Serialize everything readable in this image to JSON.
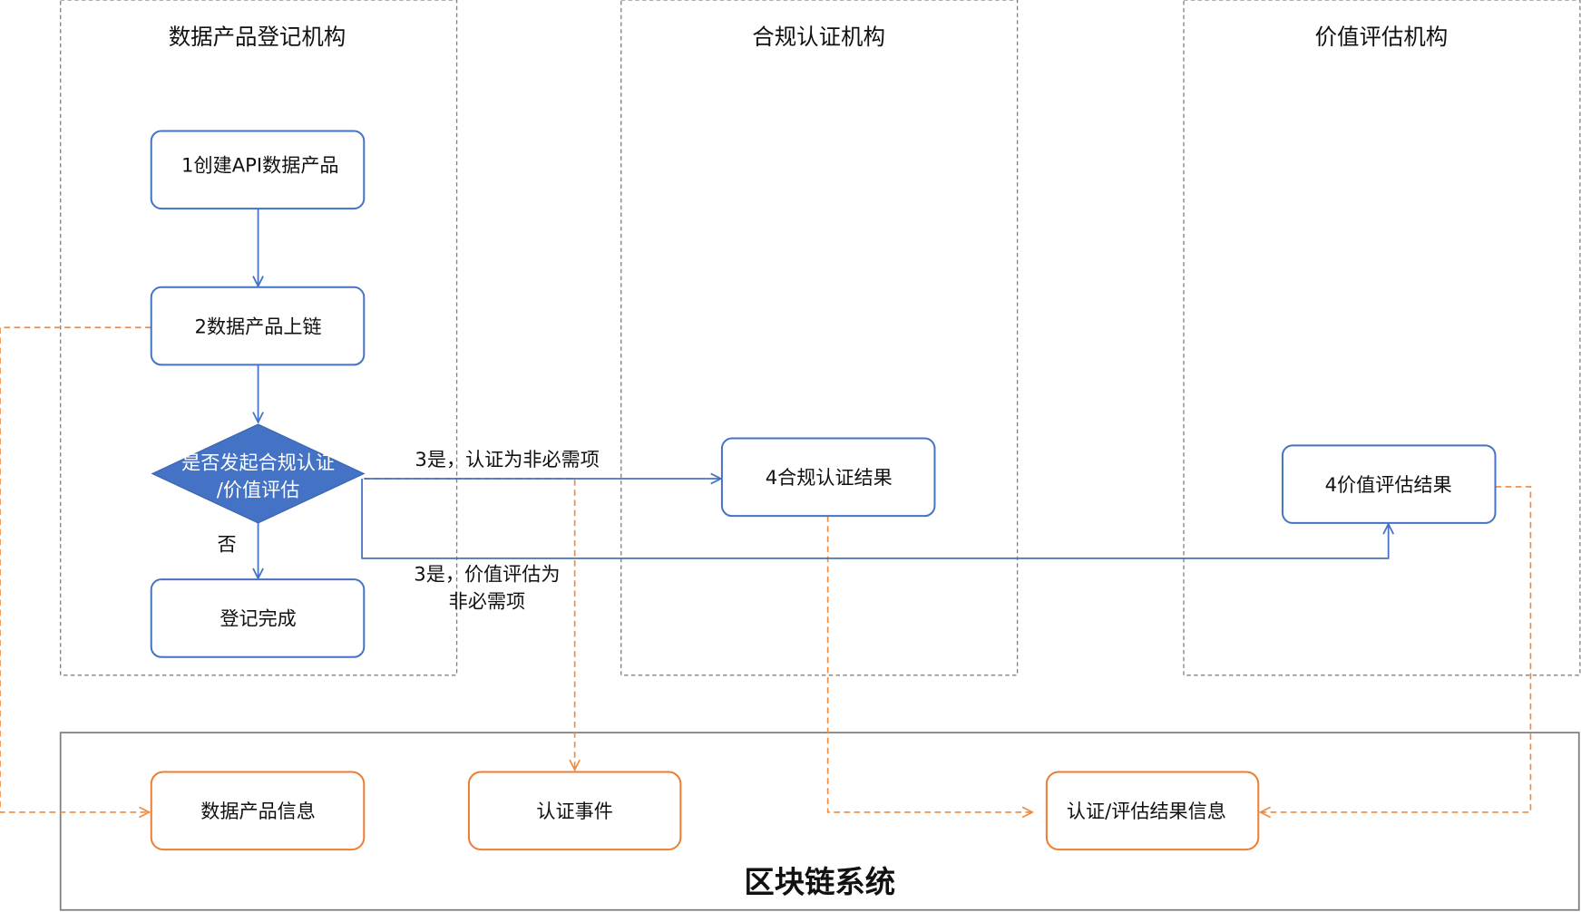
{
  "lanes": {
    "registry": "数据产品登记机构",
    "compliance": "合规认证机构",
    "valuation": "价值评估机构"
  },
  "nodes": {
    "create": "1创建API数据产品",
    "onchain": "2数据产品上链",
    "decision_line1": "是否发起合规认证",
    "decision_line2": "/价值评估",
    "done": "登记完成",
    "compliance_result": "4合规认证结果",
    "valuation_result": "4价值评估结果"
  },
  "edges": {
    "no": "否",
    "yes_cert": "3是，认证为非必需项",
    "yes_val_line1": "3是，价值评估为",
    "yes_val_line2": "非必需项"
  },
  "blockchain": {
    "title": "区块链系统",
    "product_info": "数据产品信息",
    "cert_event": "认证事件",
    "result_info": "认证/评估结果信息"
  },
  "colors": {
    "blue": "#4472c4",
    "orange": "#ed7d31"
  }
}
